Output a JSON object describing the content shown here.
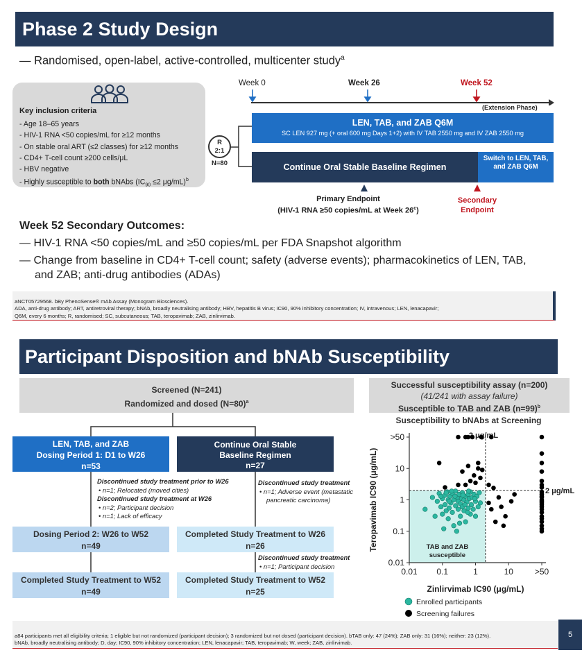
{
  "slide1": {
    "title": "Phase 2 Study Design",
    "subtitle": "— Randomised, open-label, active-controlled, multicenter study",
    "subtitle_sup": "a",
    "inclusion": {
      "title": "Key inclusion criteria",
      "items": [
        "Age 18–65 years",
        "HIV-1 RNA <50 copies/mL for ≥12 months",
        "On stable oral ART (≤2 classes) for ≥12 months",
        "CD4+ T-cell count ≥200 cells/μL",
        "HBV negative"
      ],
      "last_item_pre": "Highly susceptible to ",
      "last_item_bold": "both",
      "last_item_post": " bNAbs (IC",
      "last_item_sub": "90",
      "last_item_end": " ≤2 μg/mL)",
      "last_item_sup": "b"
    },
    "timeline": {
      "week0": "Week 0",
      "week26": "Week 26",
      "week52": "Week 52",
      "extension": "(Extension Phase)"
    },
    "randomization": {
      "label_r": "R",
      "ratio": "2:1",
      "n": "N=80"
    },
    "armA": {
      "title": "LEN, TAB, and ZAB Q6M",
      "subtitle": "SC LEN 927 mg (+ oral 600 mg Days 1+2) with IV TAB 2550 mg and IV ZAB 2550 mg"
    },
    "armB": {
      "title": "Continue Oral Stable Baseline Regimen",
      "switch_label": "Switch to LEN, TAB, and ZAB Q6M"
    },
    "primary_endpoint": {
      "line1": "Primary Endpoint",
      "line2": "(HIV-1 RNA ≥50 copies/mL at Week 26",
      "line2_sup": "c",
      "line2_end": ")"
    },
    "secondary_endpoint": {
      "line1": "Secondary",
      "line2": "Endpoint"
    },
    "outcomes_heading": "Week 52 Secondary Outcomes:",
    "outcomes": [
      "— HIV-1 RNA <50 copies/mL and ≥50 copies/mL per FDA Snapshot algorithm",
      "— Change from baseline in CD4+ T-cell count; safety (adverse events); pharmacokinetics of LEN, TAB, and ZAB; anti-drug antibodies (ADAs)"
    ],
    "footnote_line1": "aNCT05729568. bBy PhenoSense® mAb Assay (Monogram Biosciences).",
    "footnote_line2": "ADA, anti-drug antibody; ART, antiretroviral therapy; bNAb, broadly neutralising antibody; HBV, hepatitis B virus; IC90, 90% inhibitory concentration; IV, intravenous; LEN, lenacapavir;",
    "footnote_line3": "Q6M, every 6 months; R, randomised; SC, subcutaneous; TAB, teropavimab; ZAB, zinlirvimab."
  },
  "slide2": {
    "title": "Participant Disposition and bNAb Susceptibility",
    "screened": "Screened (N=241)",
    "randomized": "Randomized and dosed (N=80)",
    "randomized_sup": "a",
    "armA_line1": "LEN, TAB, and ZAB",
    "armA_line2": "Dosing Period 1: D1 to W26",
    "armA_n": "n=53",
    "armB_line1": "Continue Oral Stable",
    "armB_line2": "Baseline Regimen",
    "armB_n": "n=27",
    "discA_h1": "Discontinued study treatment prior to W26",
    "discA_i1": "n=1; Relocated (moved cities)",
    "discA_h2": "Discontinued study treatment at W26",
    "discA_i2": "n=2; Participant decision",
    "discA_i3": "n=1; Lack of efficacy",
    "discB_h1": "Discontinued study treatment",
    "discB_i1": "n=1; Adverse event (metastatic pancreatic carcinoma)",
    "discB_h2": "Discontinued study treatment",
    "discB_i2": "n=1; Participant decision",
    "p2_label": "Dosing Period 2: W26 to W52",
    "p2_n": "n=49",
    "c26_label": "Completed Study Treatment to W26",
    "c26_n": "n=26",
    "c52a_label": "Completed Study Treatment to W52",
    "c52a_n": "n=49",
    "c52b_label": "Completed Study Treatment to W52",
    "c52b_n": "n=25",
    "susc_line1": "Successful susceptibility assay (n=200)",
    "susc_line2": "(41/241 with assay failure)",
    "susc_line3": "Susceptible to TAB and ZAB (n=99)",
    "susc_line3_sup": "b",
    "footnote_line1": "a84 participants met all eligibility criteria; 1 eligible but not randomized (participant decision); 3 randomized but not dosed (participant decision). bTAB only: 47 (24%); ZAB only: 31 (16%); neither: 23 (12%).",
    "footnote_line2": "bNAb, broadly neutralising antibody; D, day; IC90, 90% inhibitory concentration; LEN, lenacapavir; TAB, teropavimab; W, week; ZAB, zinlirvimab.",
    "page_number": "5"
  },
  "chart_data": {
    "type": "scatter",
    "title": "Susceptibility to bNAbs at Screening",
    "xlabel": "Zinlirvimab IC90 (μg/mL)",
    "ylabel": "Teropavimab IC90 (μg/mL)",
    "x_scale": "log",
    "y_scale": "log",
    "x_ticks": [
      "0.01",
      "0.1",
      "1",
      "10",
      ">50"
    ],
    "y_ticks": [
      "0.01",
      "0.1",
      "1",
      "10",
      ">50"
    ],
    "threshold_x_label": "2 μg/mL",
    "threshold_y_label": "2 μg/mL",
    "threshold": 2,
    "region_label": "TAB and ZAB susceptible",
    "legend": [
      "Enrolled participants",
      "Screening failures"
    ],
    "colors": {
      "enrolled": "#2bb7a0",
      "failure": "#000000",
      "region": "#cdf0ec"
    },
    "series": [
      {
        "name": "Enrolled participants",
        "points": [
          [
            0.05,
            1.2
          ],
          [
            0.07,
            0.9
          ],
          [
            0.08,
            1.6
          ],
          [
            0.09,
            0.6
          ],
          [
            0.1,
            1.1
          ],
          [
            0.1,
            0.35
          ],
          [
            0.12,
            1.4
          ],
          [
            0.12,
            0.7
          ],
          [
            0.13,
            0.45
          ],
          [
            0.14,
            1.8
          ],
          [
            0.15,
            1.0
          ],
          [
            0.15,
            0.25
          ],
          [
            0.16,
            0.55
          ],
          [
            0.17,
            1.3
          ],
          [
            0.18,
            0.8
          ],
          [
            0.2,
            1.6
          ],
          [
            0.2,
            0.4
          ],
          [
            0.22,
            1.0
          ],
          [
            0.22,
            0.15
          ],
          [
            0.25,
            0.65
          ],
          [
            0.25,
            1.9
          ],
          [
            0.28,
            1.2
          ],
          [
            0.3,
            0.5
          ],
          [
            0.3,
            0.9
          ],
          [
            0.32,
            1.5
          ],
          [
            0.35,
            0.3
          ],
          [
            0.35,
            0.75
          ],
          [
            0.38,
            1.1
          ],
          [
            0.4,
            0.6
          ],
          [
            0.4,
            1.7
          ],
          [
            0.45,
            0.45
          ],
          [
            0.45,
            1.0
          ],
          [
            0.5,
            1.3
          ],
          [
            0.5,
            0.2
          ],
          [
            0.55,
            0.85
          ],
          [
            0.6,
            1.5
          ],
          [
            0.6,
            0.55
          ],
          [
            0.65,
            1.1
          ],
          [
            0.7,
            0.35
          ],
          [
            0.7,
            1.8
          ],
          [
            0.75,
            0.7
          ],
          [
            0.8,
            1.2
          ],
          [
            0.85,
            0.5
          ],
          [
            0.9,
            1.5
          ],
          [
            1.0,
            0.9
          ],
          [
            1.0,
            0.3
          ],
          [
            1.1,
            1.3
          ],
          [
            1.2,
            0.6
          ],
          [
            1.3,
            1.7
          ],
          [
            1.4,
            0.8
          ],
          [
            0.03,
            0.5
          ],
          [
            0.06,
            0.3
          ],
          [
            0.11,
            0.12
          ],
          [
            0.19,
            1.9
          ],
          [
            0.27,
            0.1
          ],
          [
            0.42,
            1.4
          ],
          [
            0.58,
            0.4
          ],
          [
            0.95,
            1.1
          ],
          [
            0.16,
            0.9
          ],
          [
            0.33,
            0.18
          ],
          [
            0.24,
            1.3
          ],
          [
            0.13,
            1.7
          ],
          [
            0.48,
            0.7
          ],
          [
            0.62,
            1.9
          ],
          [
            0.09,
            1.3
          ]
        ]
      },
      {
        "name": "Screening failures",
        "points": [
          [
            0.08,
            15
          ],
          [
            0.3,
            50
          ],
          [
            0.5,
            50
          ],
          [
            0.6,
            50
          ],
          [
            0.8,
            50
          ],
          [
            1.5,
            50
          ],
          [
            3,
            50
          ],
          [
            0.4,
            8
          ],
          [
            0.6,
            12
          ],
          [
            0.9,
            6
          ],
          [
            1.2,
            15
          ],
          [
            1.6,
            9
          ],
          [
            0.5,
            3
          ],
          [
            0.7,
            4
          ],
          [
            1.0,
            3.5
          ],
          [
            1.4,
            5
          ],
          [
            0.3,
            3
          ],
          [
            2.5,
            3
          ],
          [
            3.5,
            2.4
          ],
          [
            5,
            1.2
          ],
          [
            6,
            0.6
          ],
          [
            8,
            0.3
          ],
          [
            12,
            0.9
          ],
          [
            4,
            0.2
          ],
          [
            3,
            0.5
          ],
          [
            7,
            0.15
          ],
          [
            15,
            1.5
          ],
          [
            2.5,
            0.8
          ],
          [
            0.12,
            2.5
          ],
          [
            1.2,
            10
          ],
          [
            50,
            50
          ],
          [
            50,
            30
          ],
          [
            50,
            15
          ],
          [
            50,
            8
          ],
          [
            50,
            4
          ],
          [
            50,
            2.5
          ],
          [
            50,
            1.8
          ],
          [
            50,
            1.5
          ],
          [
            50,
            1.2
          ],
          [
            50,
            1.0
          ],
          [
            50,
            0.8
          ],
          [
            50,
            0.6
          ],
          [
            50,
            0.5
          ],
          [
            50,
            0.4
          ],
          [
            50,
            0.3
          ],
          [
            50,
            0.25
          ],
          [
            50,
            0.2
          ],
          [
            50,
            0.15
          ],
          [
            50,
            0.12
          ],
          [
            50,
            0.1
          ],
          [
            50,
            1.3
          ],
          [
            50,
            0.9
          ],
          [
            50,
            0.7
          ],
          [
            50,
            3
          ]
        ]
      }
    ]
  }
}
